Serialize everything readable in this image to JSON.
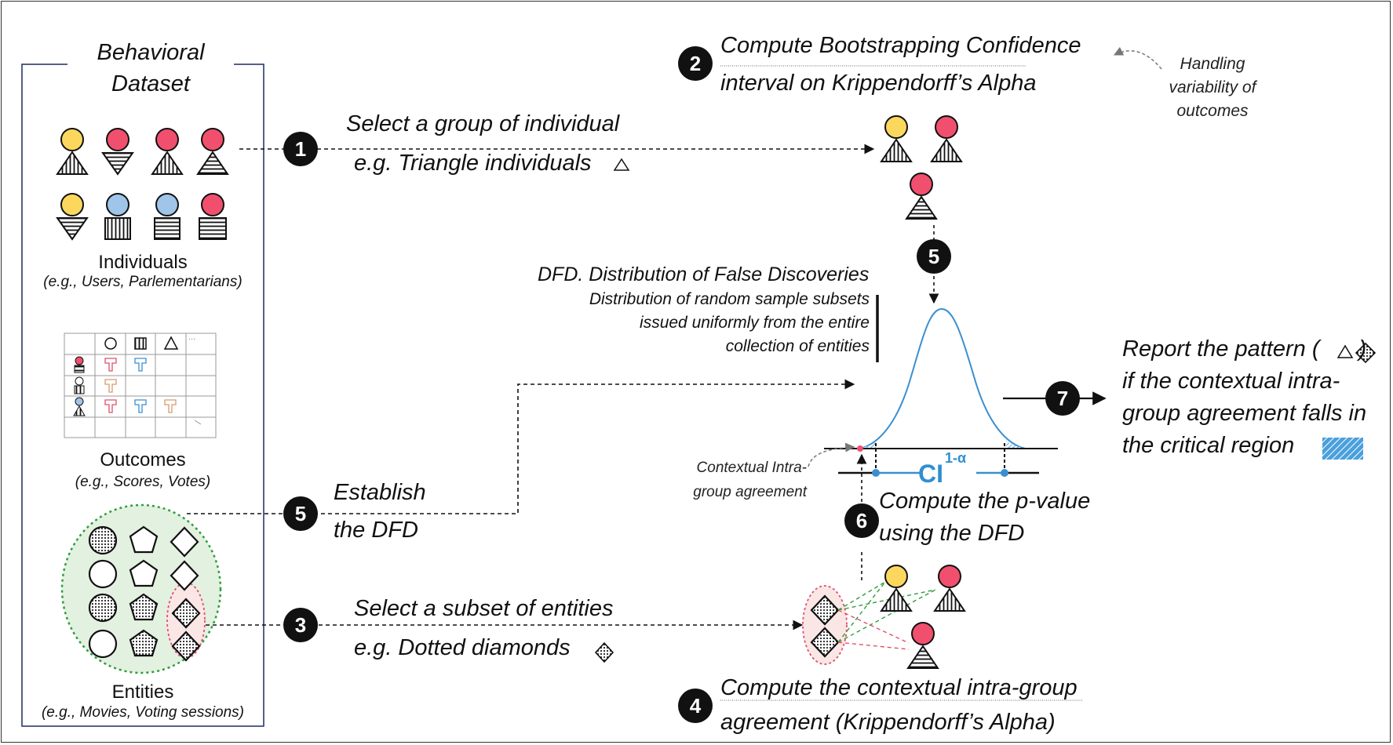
{
  "dataset": {
    "title_line1": "Behavioral",
    "title_line2": "Dataset",
    "individuals_label": "Individuals",
    "individuals_examples": "(e.g., Users, Parlementarians)",
    "outcomes_label": "Outcomes",
    "outcomes_examples": "(e.g., Scores, Votes)",
    "entities_label": "Entities",
    "entities_examples": "(e.g., Movies, Voting sessions)",
    "table_ellipsis": "..."
  },
  "steps": {
    "s1": {
      "number": "1",
      "line1": "Select a group of individual",
      "line2": "e.g. Triangle individuals"
    },
    "s2": {
      "number": "2",
      "line1": "Compute Bootstrapping Confidence",
      "line2": "interval  on Krippendorff’s Alpha"
    },
    "s3": {
      "number": "3",
      "line1": "Select a subset of entities",
      "line2": "e.g. Dotted diamonds"
    },
    "s4": {
      "number": "4",
      "line1": "Compute the contextual intra-group",
      "line2": "agreement (Krippendorff’s Alpha)"
    },
    "s5a": {
      "number": "5"
    },
    "s5b": {
      "number": "5",
      "line1": "Establish",
      "line2": "the DFD"
    },
    "s6": {
      "number": "6",
      "line1": "Compute the p-value",
      "line2": "using the DFD"
    },
    "s7": {
      "number": "7"
    }
  },
  "variability_note": [
    "Handling",
    "variability of",
    "outcomes"
  ],
  "dfd": {
    "title": "DFD. Distribution of False Discoveries",
    "desc": [
      "Distribution of random sample subsets",
      "issued uniformly from the entire",
      "collection of entities"
    ]
  },
  "ci": {
    "main": "CI",
    "sup": "1-α"
  },
  "contextual_note": [
    "Contextual Intra-",
    "group agreement"
  ],
  "report": [
    "Report the pattern (",
    "if the contextual intra-",
    "group agreement falls in",
    "the critical region"
  ],
  "report_close": ")",
  "colors": {
    "yellow": "#fbd85d",
    "red": "#f0506e",
    "blue": "#9fc5e8",
    "curve": "#3b8fd0",
    "green_fill": "#e3f1e0",
    "green_border": "#2e9e3e",
    "pink_fill": "#fbe6e6",
    "pink_border": "#e0506b",
    "dataset_border": "#2a3a6b"
  }
}
